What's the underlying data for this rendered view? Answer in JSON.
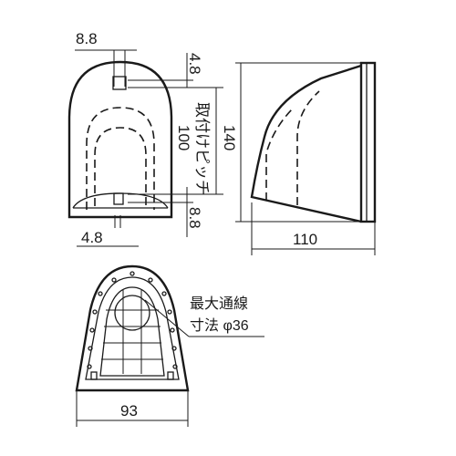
{
  "dimensions": {
    "hole_offset_top": "8.8",
    "top_offset": "4.8",
    "pitch_value": "100",
    "pitch_label": "取付けピッチ",
    "bottom_offset": "8.8",
    "base_offset": "4.8",
    "height": "140",
    "depth": "110",
    "width": "93"
  },
  "annotation": {
    "line1": "最大通線",
    "line2": "寸法 φ36"
  }
}
